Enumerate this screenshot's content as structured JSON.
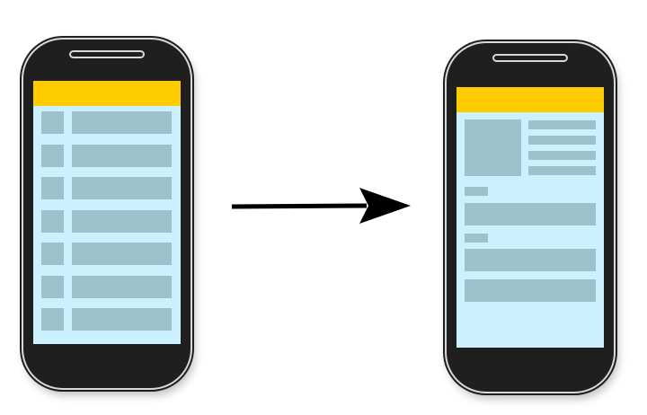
{
  "colors": {
    "device_body": "#1f1f1f",
    "device_outline": "#d9d9d9",
    "screen_background": "#ccf0fd",
    "app_bar": "#ffcc00",
    "content_placeholder": "#9ec1cb",
    "arrow": "#000000"
  },
  "list_screen": {
    "row_count": 7
  },
  "detail_screen": {
    "text_line_count": 4,
    "section_count": 2
  }
}
